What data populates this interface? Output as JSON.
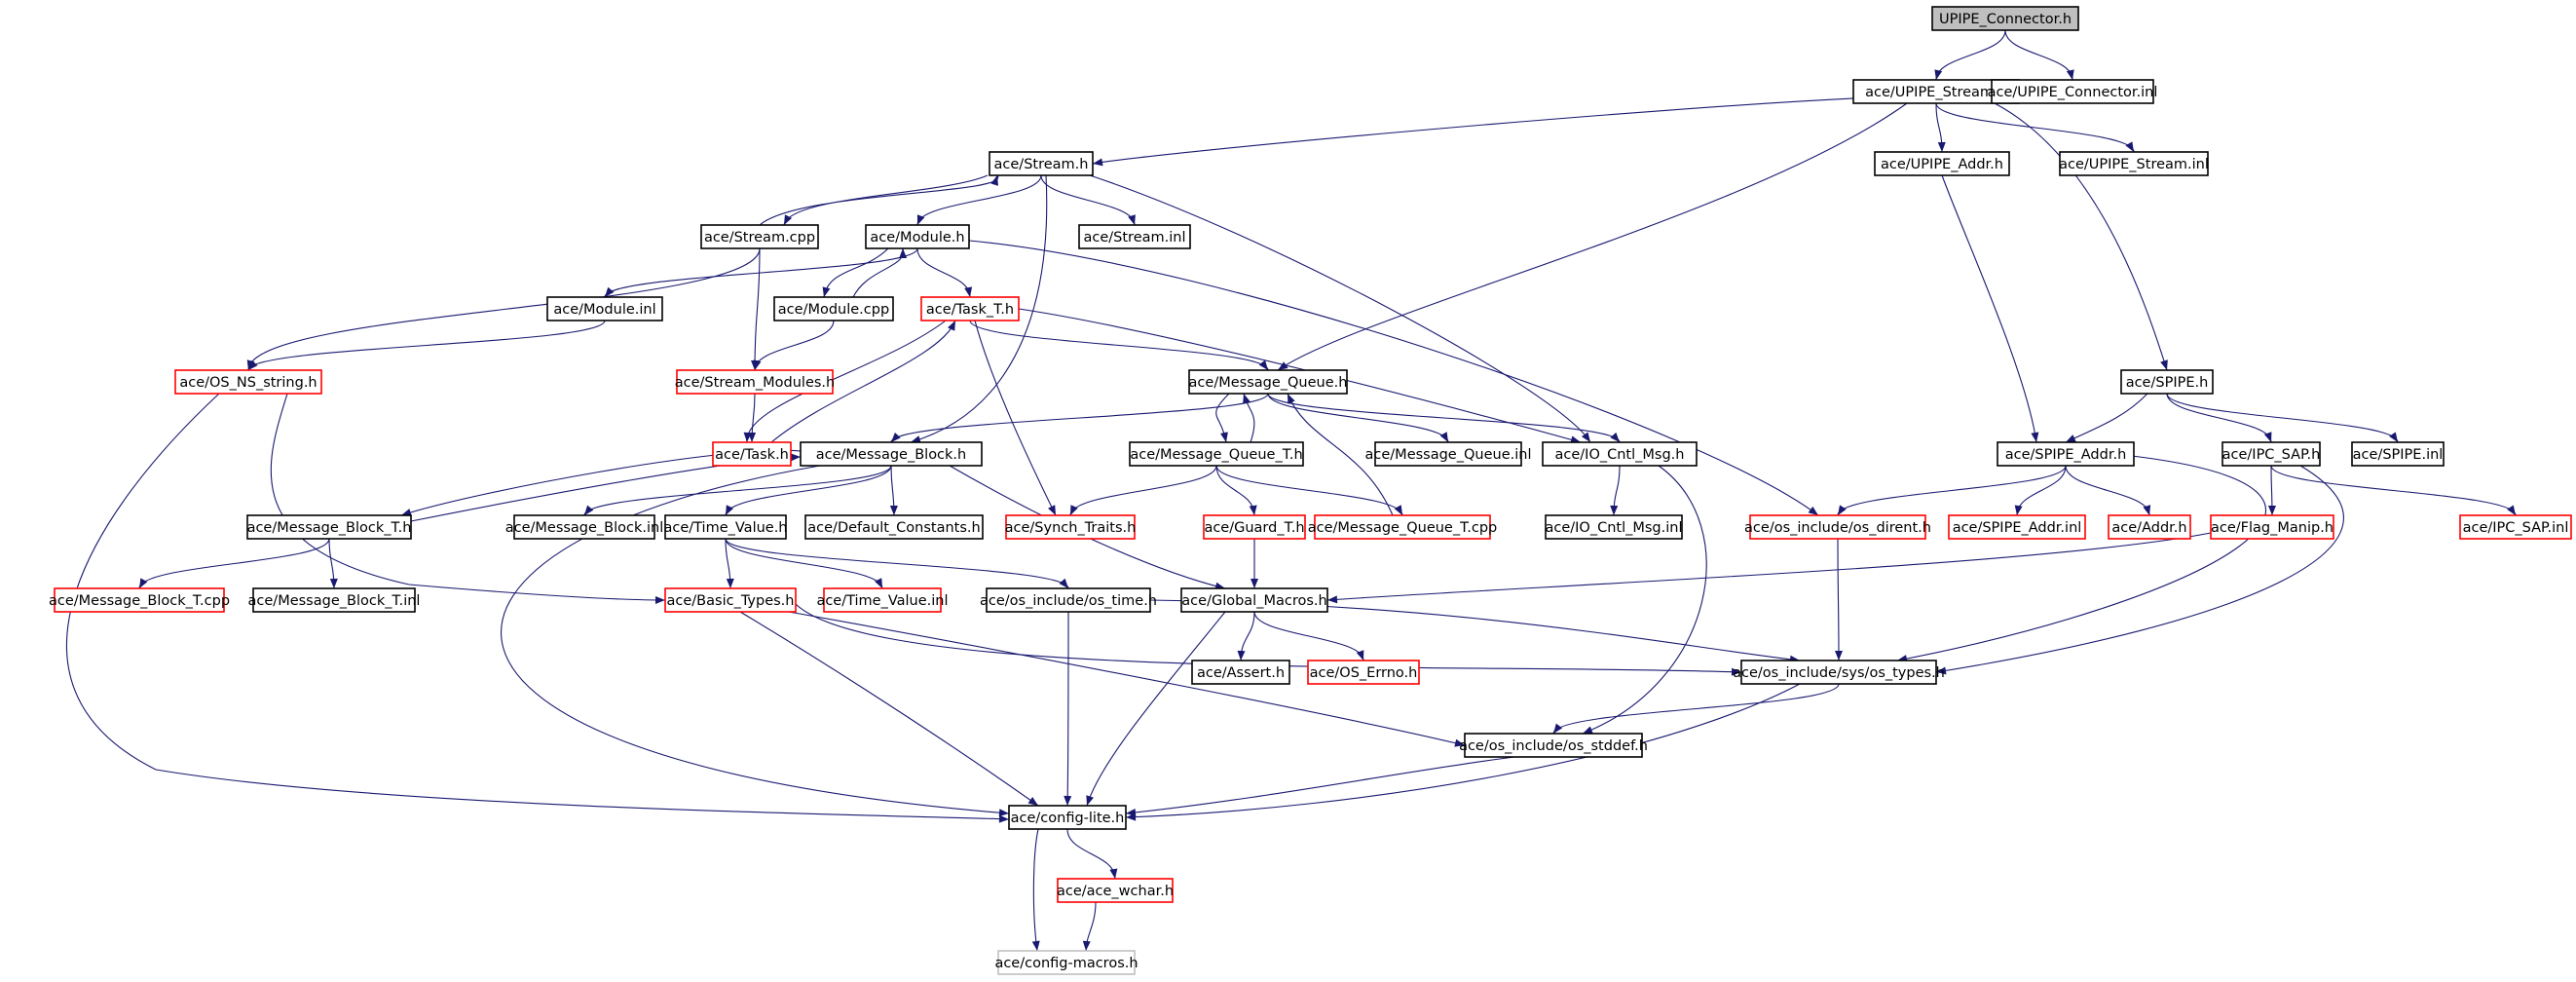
{
  "diagram": {
    "colors": {
      "edge": "#191970",
      "root_fill": "#bfbfbf",
      "border_normal": "#000000",
      "border_red": "#ff0000",
      "border_gray": "#bfbfbf"
    },
    "nodes": [
      {
        "id": "n0",
        "label": "UPIPE_Connector.h",
        "style": "root"
      },
      {
        "id": "n1",
        "label": "ace/UPIPE_Stream.h",
        "style": "normal"
      },
      {
        "id": "n2",
        "label": "ace/UPIPE_Connector.inl",
        "style": "normal"
      },
      {
        "id": "n3",
        "label": "ace/Stream.h",
        "style": "normal"
      },
      {
        "id": "n4",
        "label": "ace/UPIPE_Addr.h",
        "style": "normal"
      },
      {
        "id": "n5",
        "label": "ace/UPIPE_Stream.inl",
        "style": "normal"
      },
      {
        "id": "n6",
        "label": "ace/Stream.cpp",
        "style": "normal"
      },
      {
        "id": "n7",
        "label": "ace/Module.h",
        "style": "normal"
      },
      {
        "id": "n8",
        "label": "ace/Stream.inl",
        "style": "normal"
      },
      {
        "id": "n9",
        "label": "ace/Module.inl",
        "style": "normal"
      },
      {
        "id": "n10",
        "label": "ace/Module.cpp",
        "style": "normal"
      },
      {
        "id": "n11",
        "label": "ace/Task_T.h",
        "style": "red"
      },
      {
        "id": "n12",
        "label": "ace/OS_NS_string.h",
        "style": "red"
      },
      {
        "id": "n13",
        "label": "ace/Stream_Modules.h",
        "style": "red"
      },
      {
        "id": "n14",
        "label": "ace/Message_Queue.h",
        "style": "normal"
      },
      {
        "id": "n15",
        "label": "ace/SPIPE.h",
        "style": "normal"
      },
      {
        "id": "n16",
        "label": "ace/Task.h",
        "style": "red"
      },
      {
        "id": "n17",
        "label": "ace/Message_Block.h",
        "style": "normal"
      },
      {
        "id": "n18",
        "label": "ace/Message_Queue_T.h",
        "style": "normal"
      },
      {
        "id": "n19",
        "label": "ace/Message_Queue.inl",
        "style": "normal"
      },
      {
        "id": "n20",
        "label": "ace/IO_Cntl_Msg.h",
        "style": "normal"
      },
      {
        "id": "n21",
        "label": "ace/SPIPE_Addr.h",
        "style": "normal"
      },
      {
        "id": "n22",
        "label": "ace/IPC_SAP.h",
        "style": "normal"
      },
      {
        "id": "n23",
        "label": "ace/SPIPE.inl",
        "style": "normal"
      },
      {
        "id": "n24",
        "label": "ace/Message_Block_T.h",
        "style": "normal"
      },
      {
        "id": "n25",
        "label": "ace/Message_Block.inl",
        "style": "normal"
      },
      {
        "id": "n26",
        "label": "ace/Time_Value.h",
        "style": "normal"
      },
      {
        "id": "n27",
        "label": "ace/Default_Constants.h",
        "style": "normal"
      },
      {
        "id": "n28",
        "label": "ace/Synch_Traits.h",
        "style": "red"
      },
      {
        "id": "n29",
        "label": "ace/Guard_T.h",
        "style": "red"
      },
      {
        "id": "n30",
        "label": "ace/Message_Queue_T.cpp",
        "style": "red"
      },
      {
        "id": "n31",
        "label": "ace/IO_Cntl_Msg.inl",
        "style": "normal"
      },
      {
        "id": "n32",
        "label": "ace/os_include/os_dirent.h",
        "style": "red"
      },
      {
        "id": "n33",
        "label": "ace/SPIPE_Addr.inl",
        "style": "red"
      },
      {
        "id": "n34",
        "label": "ace/Addr.h",
        "style": "red"
      },
      {
        "id": "n35",
        "label": "ace/Flag_Manip.h",
        "style": "red"
      },
      {
        "id": "n36",
        "label": "ace/IPC_SAP.inl",
        "style": "red"
      },
      {
        "id": "n37",
        "label": "ace/Message_Block_T.cpp",
        "style": "red"
      },
      {
        "id": "n38",
        "label": "ace/Message_Block_T.inl",
        "style": "normal"
      },
      {
        "id": "n39",
        "label": "ace/Basic_Types.h",
        "style": "red"
      },
      {
        "id": "n40",
        "label": "ace/Time_Value.inl",
        "style": "red"
      },
      {
        "id": "n41",
        "label": "ace/os_include/os_time.h",
        "style": "normal"
      },
      {
        "id": "n42",
        "label": "ace/Global_Macros.h",
        "style": "normal"
      },
      {
        "id": "n43",
        "label": "ace/Assert.h",
        "style": "normal"
      },
      {
        "id": "n44",
        "label": "ace/OS_Errno.h",
        "style": "red"
      },
      {
        "id": "n45",
        "label": "ace/os_include/sys/os_types.h",
        "style": "normal"
      },
      {
        "id": "n46",
        "label": "ace/os_include/os_stddef.h",
        "style": "normal"
      },
      {
        "id": "n47",
        "label": "ace/config-lite.h",
        "style": "normal"
      },
      {
        "id": "n48",
        "label": "ace/ace_wchar.h",
        "style": "red"
      },
      {
        "id": "n49",
        "label": "ace/config-macros.h",
        "style": "gray"
      }
    ],
    "edges": [
      [
        "n0",
        "n1"
      ],
      [
        "n0",
        "n2"
      ],
      [
        "n1",
        "n3"
      ],
      [
        "n1",
        "n4"
      ],
      [
        "n1",
        "n5"
      ],
      [
        "n1",
        "n14"
      ],
      [
        "n1",
        "n15"
      ],
      [
        "n3",
        "n6"
      ],
      [
        "n3",
        "n7"
      ],
      [
        "n3",
        "n8"
      ],
      [
        "n3",
        "n17"
      ],
      [
        "n3",
        "n20"
      ],
      [
        "n6",
        "n3"
      ],
      [
        "n6",
        "n12"
      ],
      [
        "n6",
        "n13"
      ],
      [
        "n7",
        "n9"
      ],
      [
        "n7",
        "n10"
      ],
      [
        "n7",
        "n11"
      ],
      [
        "n7",
        "n32"
      ],
      [
        "n10",
        "n7"
      ],
      [
        "n10",
        "n13"
      ],
      [
        "n9",
        "n12"
      ],
      [
        "n11",
        "n14"
      ],
      [
        "n11",
        "n16"
      ],
      [
        "n11",
        "n20"
      ],
      [
        "n11",
        "n28"
      ],
      [
        "n16",
        "n11"
      ],
      [
        "n13",
        "n16"
      ],
      [
        "n12",
        "n39"
      ],
      [
        "n12",
        "n47"
      ],
      [
        "n14",
        "n17"
      ],
      [
        "n14",
        "n18"
      ],
      [
        "n14",
        "n19"
      ],
      [
        "n14",
        "n20"
      ],
      [
        "n18",
        "n14"
      ],
      [
        "n18",
        "n28"
      ],
      [
        "n18",
        "n29"
      ],
      [
        "n18",
        "n30"
      ],
      [
        "n30",
        "n14"
      ],
      [
        "n17",
        "n24"
      ],
      [
        "n17",
        "n25"
      ],
      [
        "n17",
        "n26"
      ],
      [
        "n17",
        "n27"
      ],
      [
        "n17",
        "n42"
      ],
      [
        "n17",
        "n47"
      ],
      [
        "n24",
        "n17"
      ],
      [
        "n24",
        "n37"
      ],
      [
        "n24",
        "n38"
      ],
      [
        "n26",
        "n39"
      ],
      [
        "n26",
        "n40"
      ],
      [
        "n26",
        "n41"
      ],
      [
        "n29",
        "n42"
      ],
      [
        "n20",
        "n31"
      ],
      [
        "n20",
        "n46"
      ],
      [
        "n4",
        "n21"
      ],
      [
        "n15",
        "n21"
      ],
      [
        "n15",
        "n22"
      ],
      [
        "n15",
        "n23"
      ],
      [
        "n21",
        "n32"
      ],
      [
        "n21",
        "n33"
      ],
      [
        "n21",
        "n34"
      ],
      [
        "n21",
        "n45"
      ],
      [
        "n22",
        "n35"
      ],
      [
        "n22",
        "n36"
      ],
      [
        "n22",
        "n45"
      ],
      [
        "n35",
        "n42"
      ],
      [
        "n32",
        "n45"
      ],
      [
        "n39",
        "n45"
      ],
      [
        "n39",
        "n46"
      ],
      [
        "n39",
        "n47"
      ],
      [
        "n41",
        "n45"
      ],
      [
        "n41",
        "n47"
      ],
      [
        "n42",
        "n43"
      ],
      [
        "n42",
        "n44"
      ],
      [
        "n42",
        "n47"
      ],
      [
        "n45",
        "n46"
      ],
      [
        "n45",
        "n47"
      ],
      [
        "n46",
        "n47"
      ],
      [
        "n47",
        "n48"
      ],
      [
        "n47",
        "n49"
      ],
      [
        "n48",
        "n49"
      ]
    ]
  }
}
